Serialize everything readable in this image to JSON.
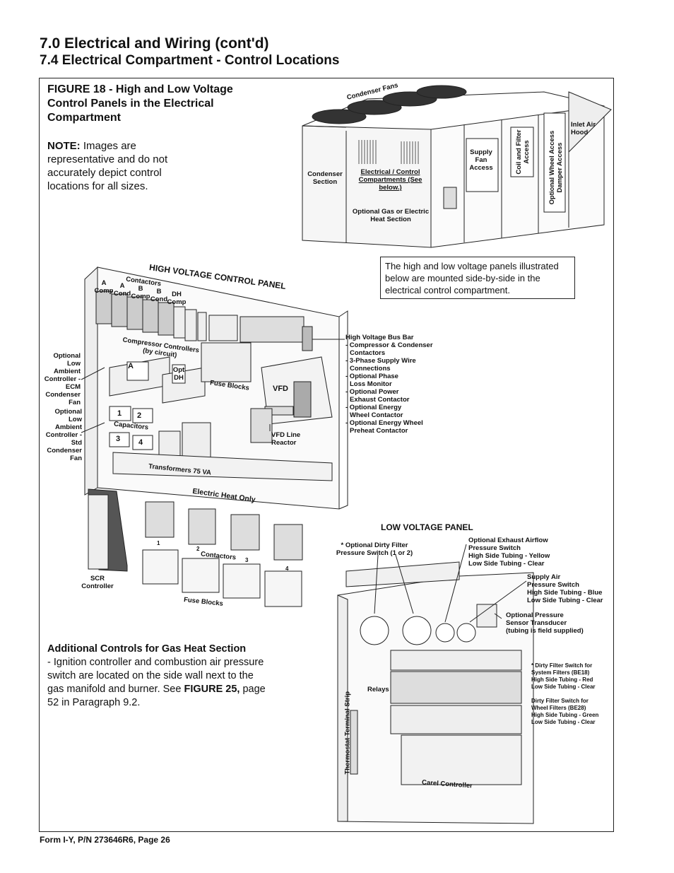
{
  "heading": {
    "title": "7.0 Electrical and Wiring (cont'd)",
    "subtitle": "7.4 Electrical Compartment - Control Locations"
  },
  "figure": {
    "title": "FIGURE 18 - High and Low Voltage Control Panels in the Electrical Compartment",
    "note_label": "NOTE:",
    "note_text": "Images are representative and do not accurately depict control locations for all sizes."
  },
  "unit_labels": {
    "condenser_fans": "Condenser Fans",
    "condenser_section": "Condenser Section",
    "electrical_compartments": "Electrical / Control Compartments (See below.)",
    "gas_electric_heat": "Optional Gas or Electric Heat Section",
    "supply_fan_access": "Supply Fan Access",
    "coil_filter_access": "Coil and Filter Access",
    "wheel_damper_access": "Optional Wheel Access Damper Access",
    "inlet_air_hood": "Inlet Air Hood"
  },
  "callout": "The high and low voltage panels illustrated below are mounted side-by-side in the electrical control compartment.",
  "hv_panel": {
    "title": "HIGH VOLTAGE CONTROL PANEL",
    "contactors": "Contactors",
    "a_comp": "A Comp",
    "a_cond": "A Cond",
    "b_comp": "B Comp",
    "b_cond": "B Cond",
    "dh_comp": "DH Comp",
    "compressor_controllers": "Compressor Controllers (by circuit)",
    "ctrl_a": "A",
    "opt_dh": "Opt DH",
    "fuse_blocks": "Fuse Blocks",
    "vfd": "VFD",
    "capacitors": "Capacitors",
    "cap_1": "1",
    "cap_2": "2",
    "cap_3": "3",
    "cap_4": "4",
    "transformers": "Transformers 75 VA",
    "vfd_line_reactor": "VFD Line Reactor",
    "ecm_controller": "Optional Low Ambient Controller - ECM Condenser Fan",
    "std_controller": "Optional Low Ambient Controller - Std Condenser Fan",
    "bus_bar": [
      "High Voltage Bus Bar",
      "- Compressor & Condenser",
      "  Contactors",
      "- 3-Phase Supply Wire",
      "  Connections",
      "- Optional Phase",
      "  Loss Monitor",
      "- Optional Power",
      "  Exhaust Contactor",
      "- Optional Energy",
      "  Wheel Contactor",
      "- Optional Energy Wheel",
      "  Preheat Contactor"
    ]
  },
  "electric_heat": {
    "title": "Electric Heat Only",
    "scr_controller": "SCR Controller",
    "contactors": "Contactors",
    "fuse_blocks": "Fuse Blocks",
    "n1": "1",
    "n2": "2",
    "n3": "3",
    "n4": "4"
  },
  "lv_panel": {
    "title": "LOW VOLTAGE PANEL",
    "dirty_filter_switch": "* Optional Dirty Filter Pressure Switch (1 or 2)",
    "exhaust_airflow": [
      "Optional Exhaust Airflow",
      "Pressure Switch",
      "High Side Tubing - Yellow",
      "Low Side Tubing - Clear"
    ],
    "supply_air": [
      "Supply Air",
      "Pressure Switch",
      "High Side Tubing - Blue",
      "Low Side Tubing - Clear"
    ],
    "transducer": [
      "Optional Pressure",
      "Sensor Transducer",
      "(tubing is field supplied)"
    ],
    "be18": [
      "* Dirty Filter Switch for",
      "System Filters (BE18)",
      "High Side Tubing - Red",
      "Low Side Tubing - Clear"
    ],
    "be28": [
      "Dirty Filter Switch for",
      "Wheel Filters (BE28)",
      "High Side Tubing - Green",
      "Low Side Tubing - Clear"
    ],
    "relays": "Relays",
    "thermostat_strip": "Thermostat Terminal Strip",
    "carel_controller": "Carel Controller"
  },
  "additional": {
    "title": "Additional Controls for Gas Heat Section",
    "body_1": "- Ignition controller and combustion air pressure switch are located on the side wall next to the gas manifold and burner. See ",
    "ref": "FIGURE 25,",
    "body_2": " page 52 in Paragraph 9.2."
  },
  "footer": "Form I-Y, P/N 273646R6, Page 26"
}
